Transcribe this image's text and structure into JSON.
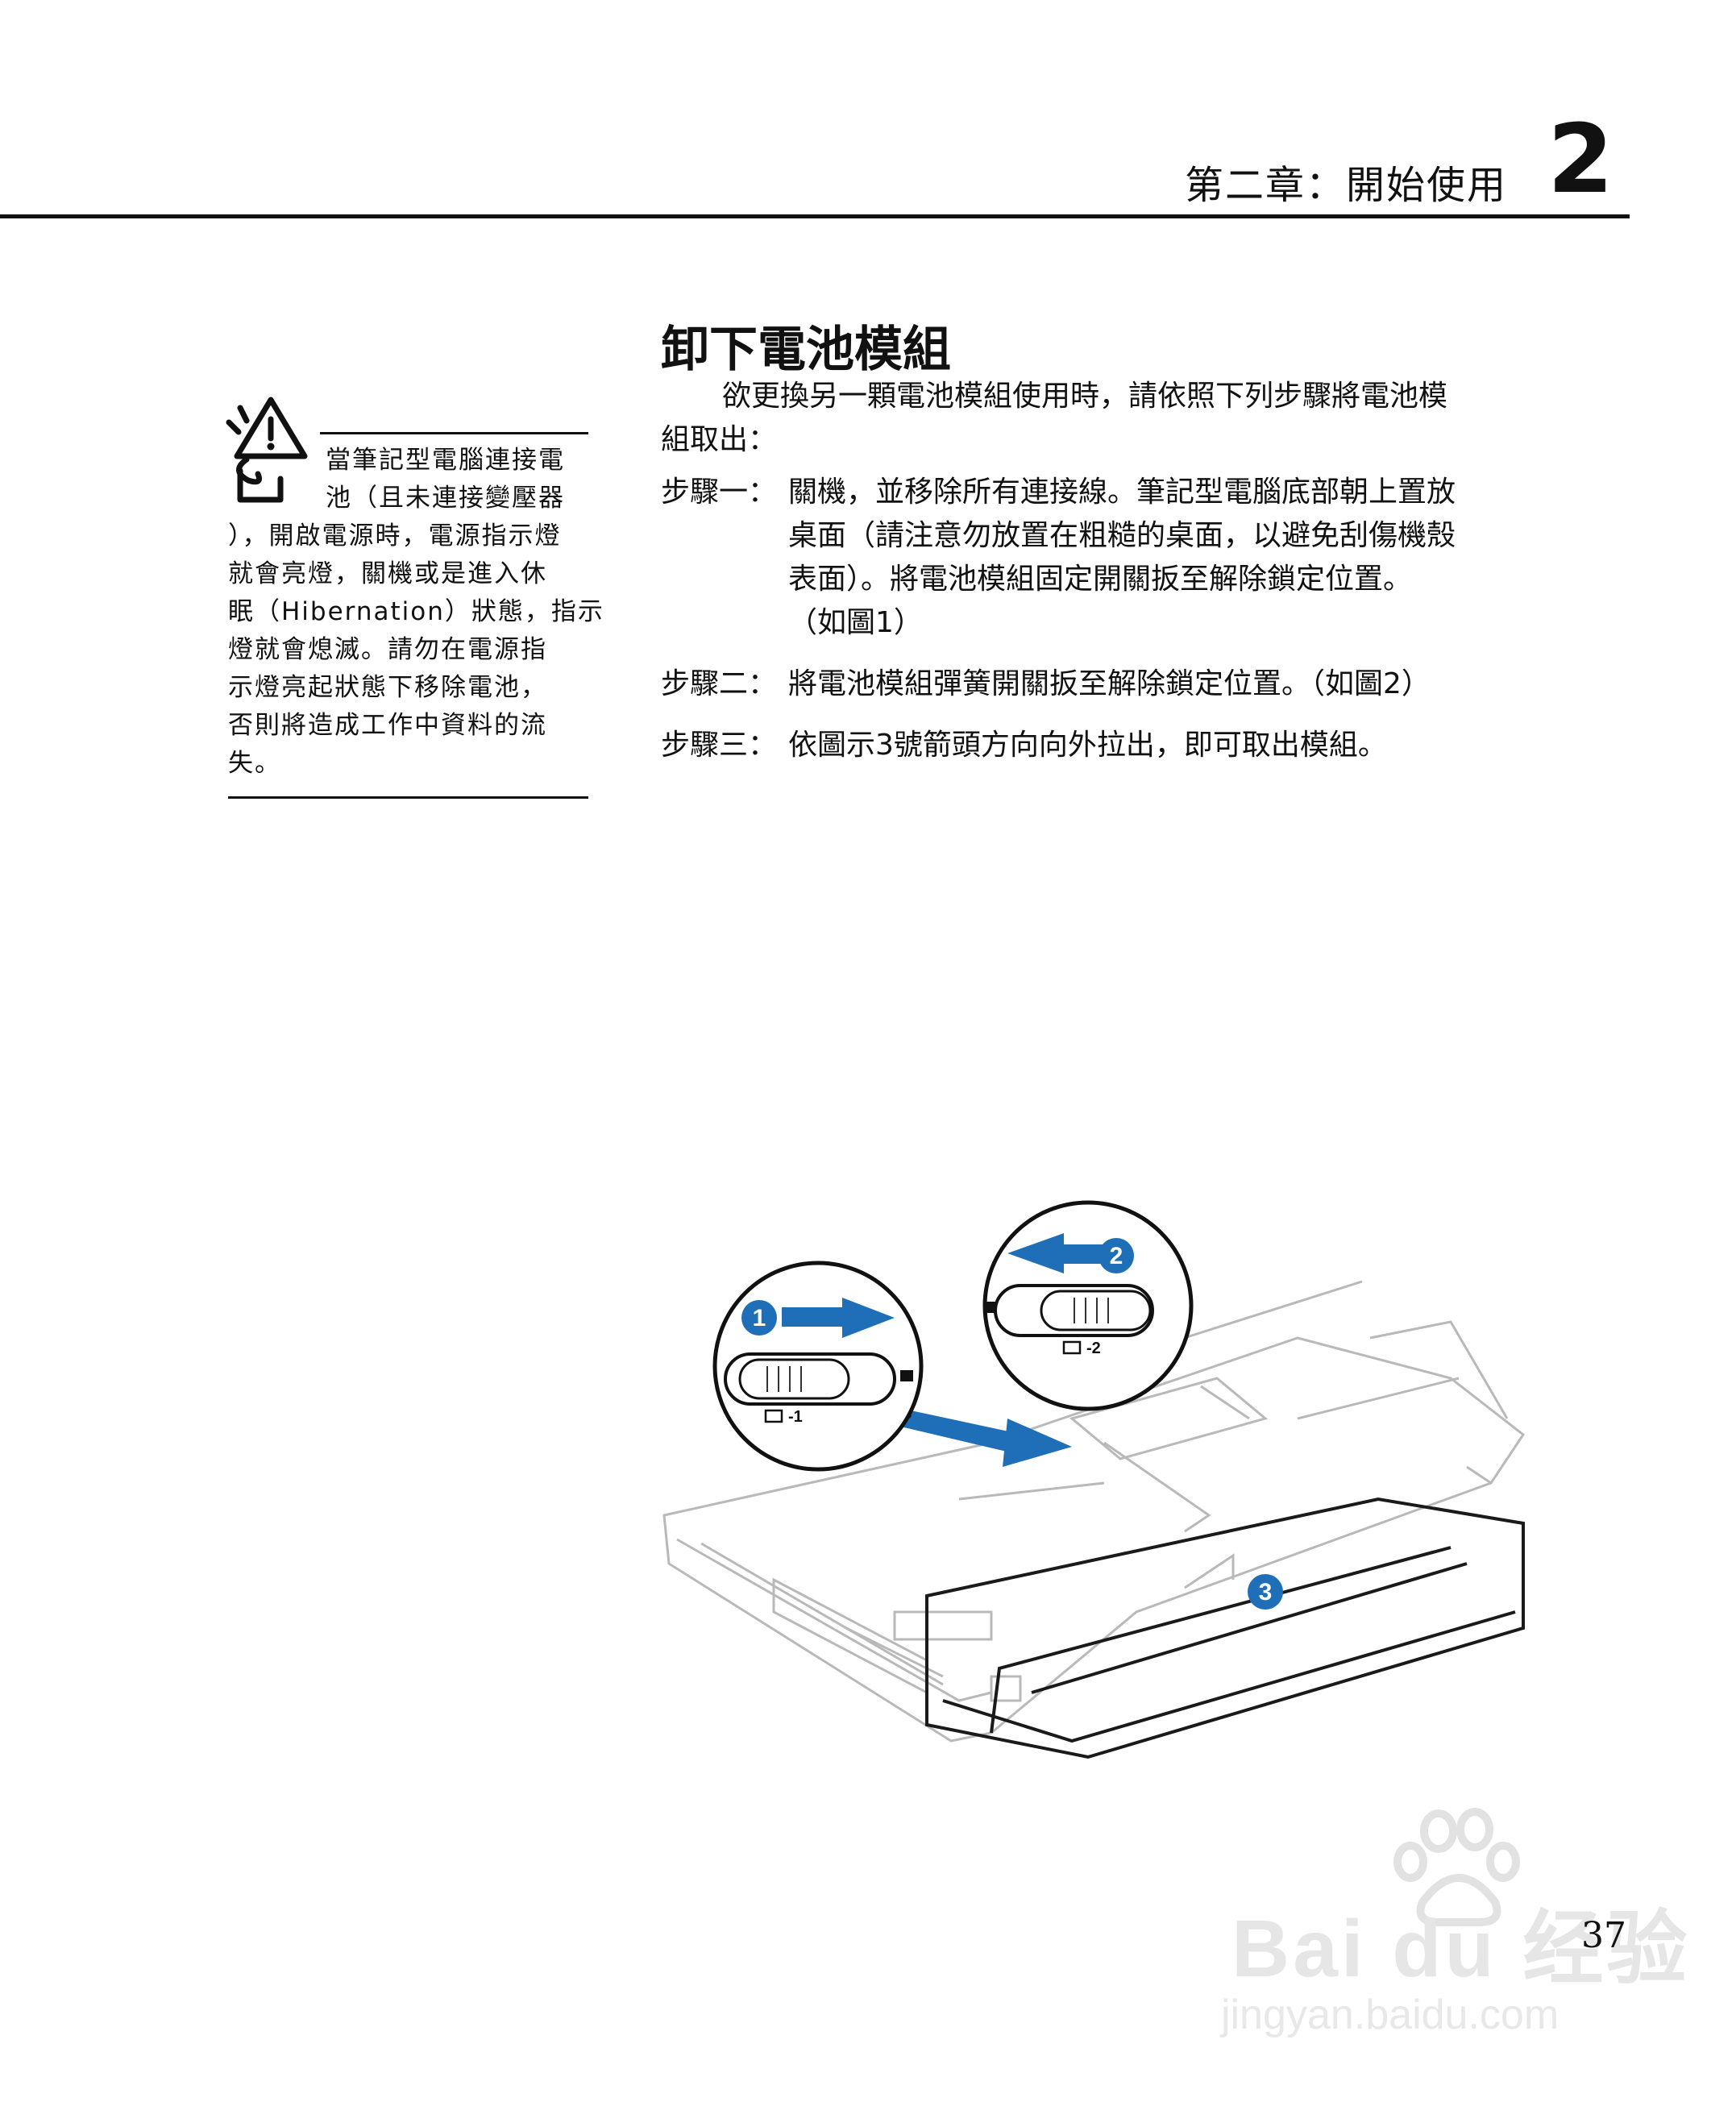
{
  "header": {
    "chapter_title": "第二章：開始使用",
    "chapter_number": "2"
  },
  "section": {
    "title": "卸下電池模組",
    "intro_lines": [
      "欲更換另一顆電池模組使用時，請依照下列步驟將電池模",
      "組取出："
    ],
    "steps": [
      {
        "label": "步驟一：",
        "lines": [
          "關機，並移除所有連接線。筆記型電腦底部朝上置放",
          "桌面（請注意勿放置在粗糙的桌面，以避免刮傷機殼",
          "表面）。將電池模組固定開關扳至解除鎖定位置。",
          "（如圖1）"
        ]
      },
      {
        "label": "步驟二：",
        "lines": [
          "將電池模組彈簧開關扳至解除鎖定位置。（如圖2）"
        ]
      },
      {
        "label": "步驟三：",
        "lines": [
          "依圖示3號箭頭方向向外拉出，即可取出模組。"
        ]
      }
    ]
  },
  "note": {
    "icon": "warning-icon",
    "lines": [
      "當筆記型電腦連接電",
      "池（且未連接變壓器",
      "），開啟電源時，電源指示燈",
      "就會亮燈，關機或是進入休",
      "眠（Hibernation）狀態，指示",
      "燈就會熄滅。請勿在電源指",
      "示燈亮起狀態下移除電池，",
      "否則將造成工作中資料的流",
      "失。"
    ]
  },
  "illustration": {
    "callout_1": "1",
    "callout_2": "2",
    "callout_3": "3",
    "switch_label_1": "-1",
    "switch_label_2": "-2",
    "accent_color": "#1f6fb8"
  },
  "page": {
    "number": "37"
  },
  "watermark": {
    "brand": "Bai du 经验",
    "url": "jingyan.baidu.com"
  }
}
